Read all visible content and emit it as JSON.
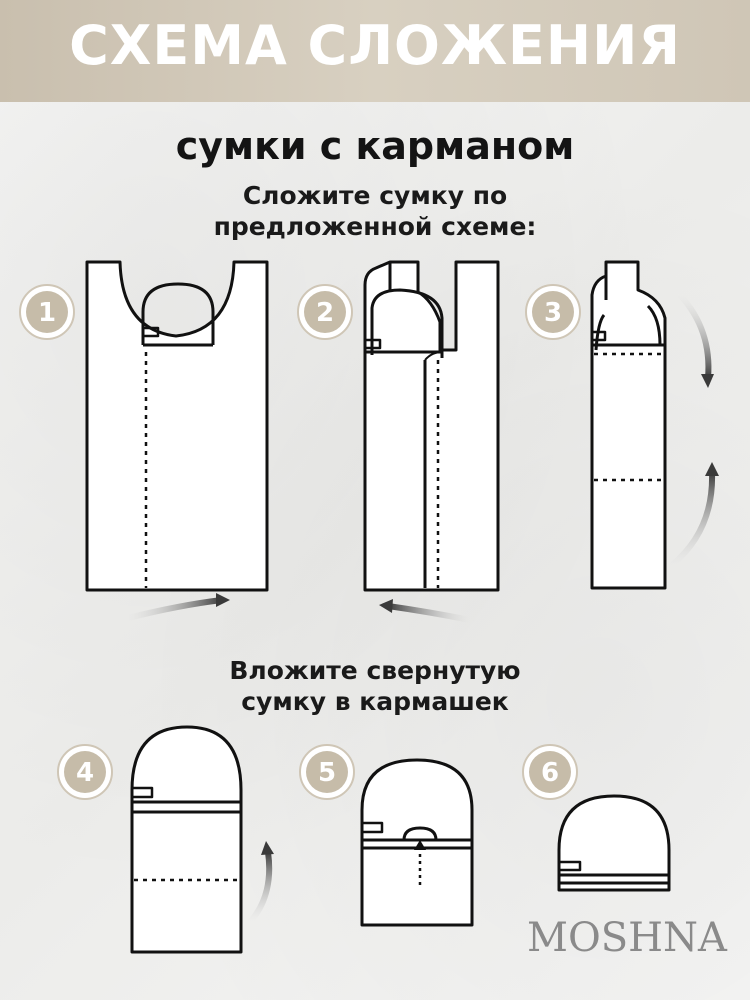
{
  "header": {
    "title": "СХЕМА СЛОЖЕНИЯ",
    "subtitle": "сумки с карманом"
  },
  "instructions": {
    "fold_line1": "Сложите сумку по",
    "fold_line2": "предложенной схеме:",
    "insert_line1": "Вложите свернутую",
    "insert_line2": "сумку в кармашек"
  },
  "steps": [
    "1",
    "2",
    "3",
    "4",
    "5",
    "6"
  ],
  "brand": "MOSHNA",
  "colors": {
    "banner": "#d1c8b8",
    "badge": "#c6bca9",
    "outline": "#111111",
    "text": "#141414"
  }
}
